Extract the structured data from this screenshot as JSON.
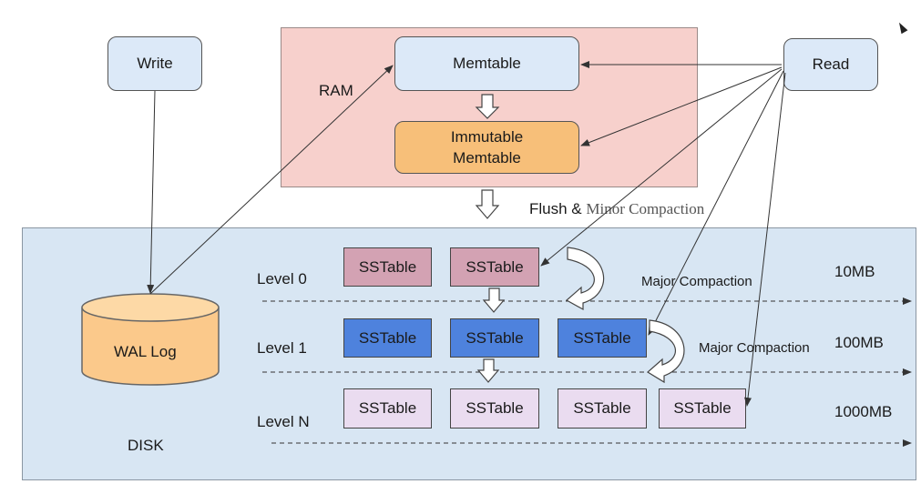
{
  "nodes": {
    "write": "Write",
    "read": "Read",
    "memtable": "Memtable",
    "immutable_line1": "Immutable",
    "immutable_line2": "Memtable",
    "wal_log": "WAL Log"
  },
  "regions": {
    "ram": "RAM",
    "disk": "DISK"
  },
  "flush": {
    "prefix": "Flush &",
    "suffix": "Minor Compaction"
  },
  "levels": [
    {
      "label": "Level 0",
      "size": "10MB",
      "tables": [
        "SSTable",
        "SSTable"
      ]
    },
    {
      "label": "Level 1",
      "size": "100MB",
      "tables": [
        "SSTable",
        "SSTable",
        "SSTable"
      ]
    },
    {
      "label": "Level N",
      "size": "1000MB",
      "tables": [
        "SSTable",
        "SSTable",
        "SSTable",
        "SSTable"
      ]
    }
  ],
  "compactions": [
    "Major Compaction",
    "Major Compaction"
  ],
  "colors": {
    "ram_region": "#f7d0cc",
    "disk_region": "#d8e6f3",
    "memtable": "#dce9f8",
    "immutable_memtable": "#f7bf79",
    "wal_log": "#fbc98b",
    "level0_sstable": "#d3a2b3",
    "level1_sstable": "#4e82dd",
    "levelN_sstable": "#eadcf0"
  }
}
